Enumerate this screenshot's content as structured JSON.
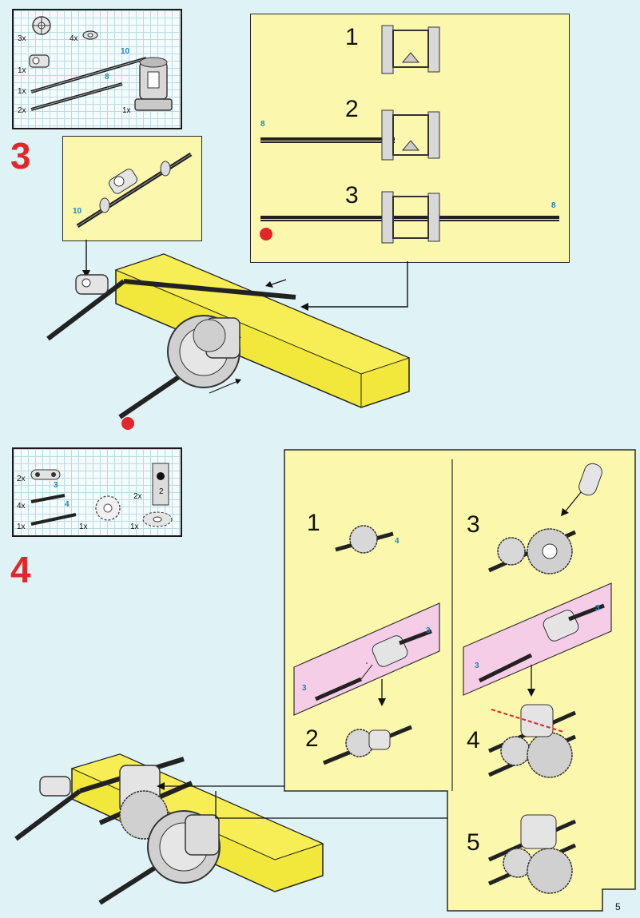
{
  "page": {
    "number": "5"
  },
  "step3": {
    "number": "3",
    "parts": {
      "qty_gear": "3x",
      "qty_bush": "4x",
      "qty_block": "1x",
      "qty_axle10": "1x",
      "qty_axle8": "2x",
      "qty_diff": "1x",
      "len10": "10",
      "len8": "8"
    },
    "callout_len": "10",
    "sub": {
      "s1": "1",
      "s2": "2",
      "s3": "3",
      "len_a": "8",
      "len_b": "8"
    }
  },
  "step4": {
    "number": "4",
    "parts": {
      "qty_beam": "2x",
      "qty_axle3": "4x",
      "qty_axle4": "1x",
      "qty_gear": "1x",
      "qty_crown": "1x",
      "qty_block": "2x",
      "len3": "3",
      "len4": "4",
      "block_label": "2"
    },
    "sub": {
      "s1": "1",
      "s2": "2",
      "s3": "3",
      "s4": "4",
      "s5": "5",
      "len4": "4",
      "pink_a_left": "3",
      "pink_a_right": "3",
      "pink_b_left": "3",
      "pink_b_right": "3"
    }
  },
  "colors": {
    "step_red": "#e3262a",
    "callout_yellow": "#fbf7ad",
    "pink": "#f5cde6",
    "length_blue": "#1b86c8"
  }
}
